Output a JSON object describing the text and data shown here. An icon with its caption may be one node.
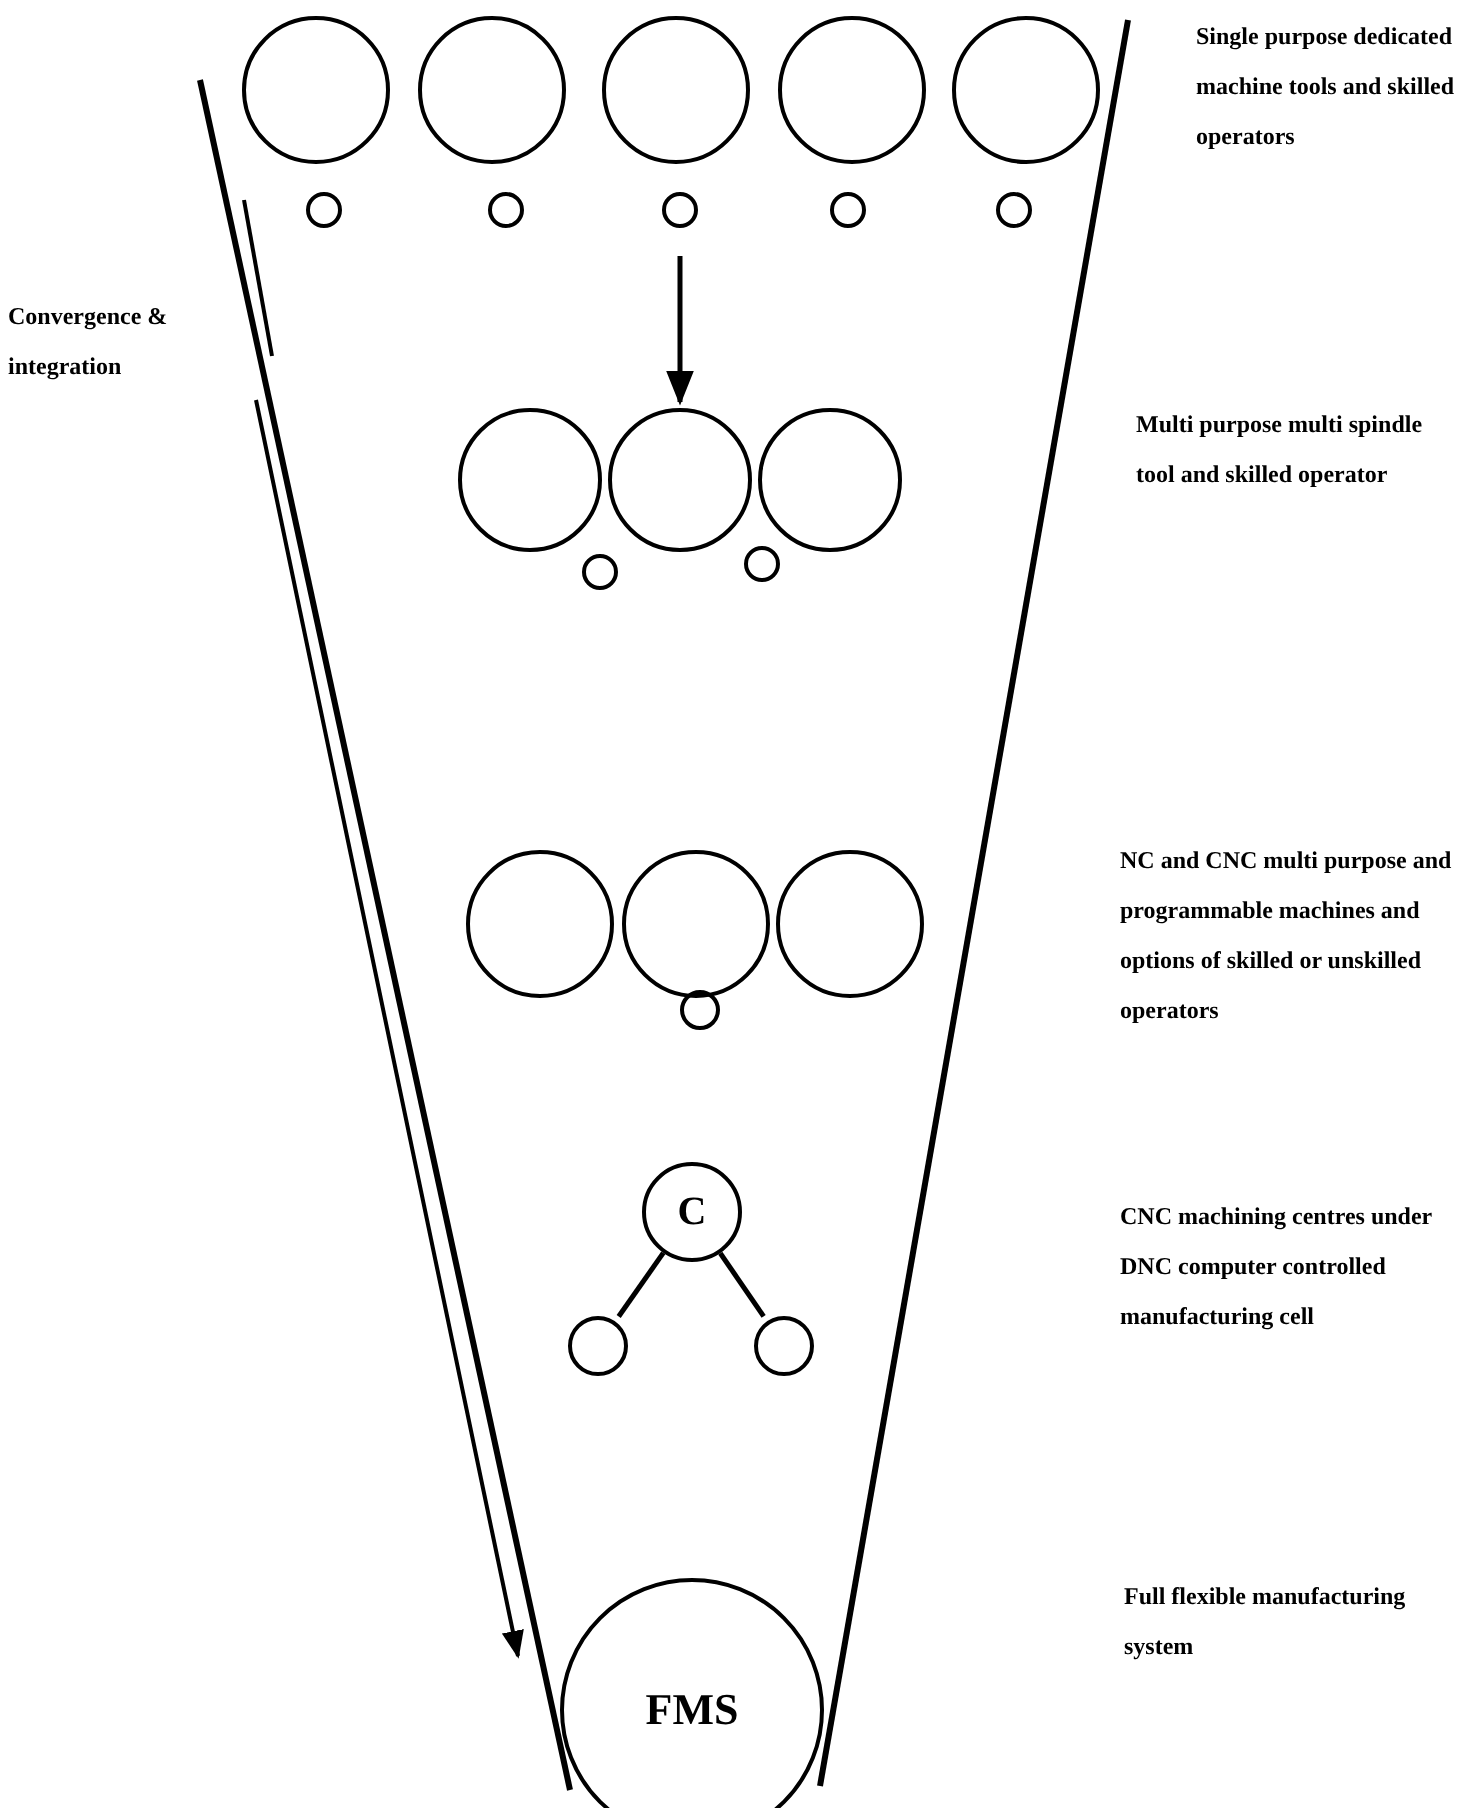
{
  "diagram": {
    "nodes": [
      {
        "text": [],
        "shape": "circle"
      },
      {
        "text": [],
        "shape": "circle"
      },
      {
        "text": [],
        "shape": "circle"
      },
      {
        "text": [],
        "shape": "circle"
      },
      {
        "text": [],
        "shape": "circle"
      },
      {
        "text": [],
        "shape": "circle"
      },
      {
        "text": [],
        "shape": "circle"
      },
      {
        "text": [],
        "shape": "circle"
      },
      {
        "text": [],
        "shape": "circle"
      },
      {
        "text": [],
        "shape": "circle"
      },
      {
        "text": [],
        "shape": "circle"
      },
      {
        "text": [],
        "shape": "circle"
      },
      {
        "text": [],
        "shape": "circle"
      },
      {
        "text": [],
        "shape": "circle"
      },
      {
        "text": [],
        "shape": "circle"
      },
      {
        "text": [],
        "shape": "circle"
      },
      {
        "text": [],
        "shape": "circle"
      },
      {
        "text": [],
        "shape": "circle"
      },
      {
        "text": [],
        "shape": "circle"
      },
      {
        "text": [
          "C"
        ]
      },
      {
        "text": [],
        "shape": "circle"
      },
      {
        "text": [],
        "shape": "circle"
      },
      {
        "text": [
          "FMS"
        ]
      }
    ],
    "edges": [
      {
        "from": 7,
        "to": 11,
        "arrow": "to"
      },
      {
        "from": 19,
        "to": 20,
        "arrow": "none"
      },
      {
        "from": 19,
        "to": 21,
        "arrow": "none"
      }
    ],
    "labels": [
      "Single purpose dedicated machine tools and skilled operators",
      "Convergence & integration",
      "Multi purpose multi spindle tool and skilled operator",
      "NC and CNC multi purpose and programmable machines and options of skilled or unskilled operators",
      "CNC machining centres under DNC computer controlled manufacturing cell",
      "Full flexible manufacturing system"
    ]
  }
}
